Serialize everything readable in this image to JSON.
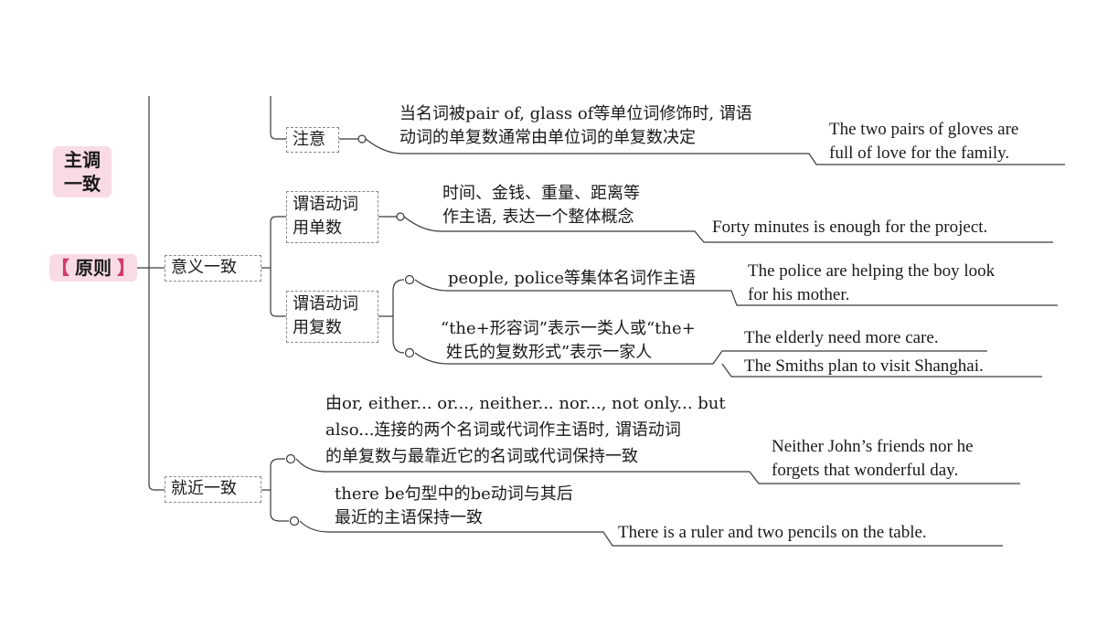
{
  "topic": {
    "line1": "主调",
    "line2": "一致"
  },
  "principle": "原则",
  "note_branch": {
    "label": "注意",
    "rule": [
      "当名词被pair of, glass of等单位词修饰时, 谓语",
      "动词的单复数通常由单位词的单复数决定"
    ],
    "example": [
      "The two pairs of gloves are",
      "full of love for the family."
    ]
  },
  "meaning_branch": {
    "label": "意义一致",
    "singular": {
      "label": [
        "谓语动词",
        "用单数"
      ],
      "rule": [
        "时间、金钱、重量、距离等",
        "作主语, 表达一个整体概念"
      ],
      "example": [
        "Forty minutes is enough for the project."
      ]
    },
    "plural": {
      "label": [
        "谓语动词",
        "用复数"
      ],
      "rule1": [
        "people, police等集体名词作主语"
      ],
      "example1": [
        "The police are helping the boy look",
        "for his mother."
      ],
      "rule2": [
        "“the+形容词”表示一类人或“the+",
        "姓氏的复数形式”表示一家人"
      ],
      "example2a": "The elderly need more care.",
      "example2b": "The Smiths plan to visit Shanghai."
    }
  },
  "proximity_branch": {
    "label": "就近一致",
    "rule1": [
      "由or, either... or..., neither... nor..., not only... but",
      "also...连接的两个名词或代词作主语时, 谓语动词",
      "的单复数与最靠近它的名词或代词保持一致"
    ],
    "example1": [
      "Neither John’s friends nor he",
      "forgets that wonderful day."
    ],
    "rule2": [
      "there be句型中的be动词与其后",
      "最近的主语保持一致"
    ],
    "example2": "There is a ruler and two pencils on the table."
  }
}
